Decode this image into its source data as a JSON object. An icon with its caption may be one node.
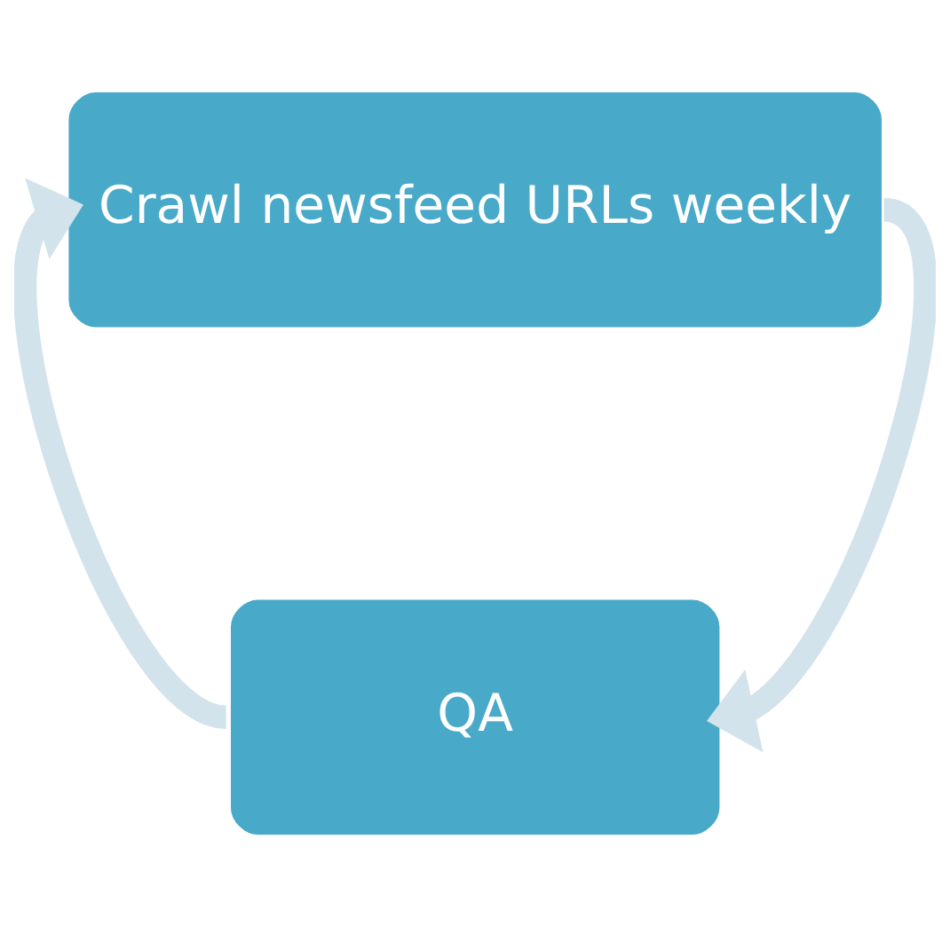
{
  "diagram": {
    "nodes": [
      {
        "text": [
          "Crawl newsfeed URLs weekly"
        ]
      },
      {
        "text": [
          "QA"
        ]
      }
    ],
    "edges": [
      {
        "from": 0,
        "to": 1,
        "arrow": "to"
      },
      {
        "from": 1,
        "to": 0,
        "arrow": "to"
      }
    ]
  }
}
